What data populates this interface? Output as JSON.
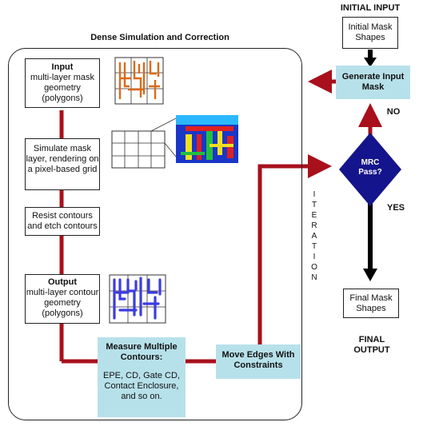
{
  "titles": {
    "dense": "Dense Simulation and Correction",
    "initial_input": "INITIAL INPUT",
    "final_output": "FINAL\nOUTPUT"
  },
  "boxes": {
    "input": {
      "title": "Input",
      "body": "multi-layer mask geometry (polygons)"
    },
    "simulate": {
      "body": "Simulate mask layer, rendering on a pixel-based grid"
    },
    "resist": {
      "body": "Resist contours and etch contours"
    },
    "output": {
      "title": "Output",
      "body": "multi-layer contour geometry (polygons)"
    },
    "measure": {
      "title": "Measure Multiple Contours:",
      "body": "EPE, CD, Gate CD, Contact Enclosure, and so on."
    },
    "move_edges": {
      "title": "Move Edges With Constraints"
    },
    "generate": {
      "title": "Generate Input Mask"
    },
    "initial_shapes": {
      "body": "Initial Mask Shapes"
    },
    "final_shapes": {
      "body": "Final Mask Shapes"
    },
    "decision": {
      "title": "MRC Pass?"
    }
  },
  "labels": {
    "iteration": "ITERATION",
    "no": "NO",
    "yes": "YES"
  },
  "colors": {
    "arrow_red": "#a8101c",
    "cyan_box": "#b7e1ea",
    "diamond": "#14148c",
    "black_arrow": "#000000"
  }
}
